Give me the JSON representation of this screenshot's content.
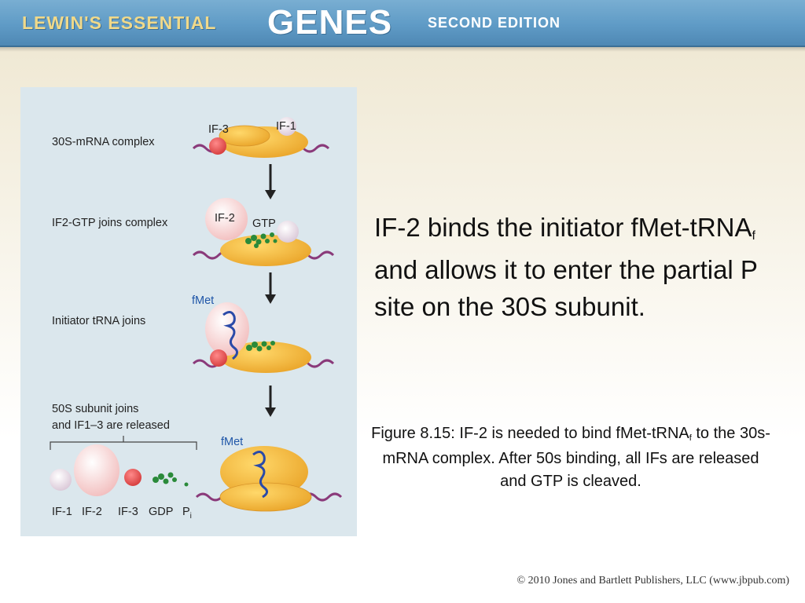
{
  "header": {
    "brand_prefix": "LEWIN'S ESSENTIAL",
    "brand_main": "GENES",
    "brand_edition": "SECOND EDITION"
  },
  "figure": {
    "steps": [
      "30S-mRNA complex",
      "IF2-GTP joins complex",
      "Initiator tRNA joins",
      "50S subunit joins",
      "and IF1–3 are released"
    ],
    "labels": {
      "if3": "IF-3",
      "if1": "IF-1",
      "if2": "IF-2",
      "gtp": "GTP",
      "fmet": "fMet",
      "released": [
        "IF-1",
        "IF-2",
        "IF-3",
        "GDP",
        "P",
        "i"
      ]
    }
  },
  "content": {
    "main_pre": "IF-2 binds the initiator fMet-tRNA",
    "main_sub": "f",
    "main_post": " and allows it to enter the partial P site on the 30S subunit.",
    "caption_pre": "Figure 8.15: IF-2 is needed to bind fMet-tRNA",
    "caption_sub": "f",
    "caption_post": " to the 30s-mRNA complex. After 50s binding, all IFs are released and GTP is cleaved."
  },
  "footer": {
    "copyright": "© 2010 Jones and Bartlett Publishers, LLC (www.jbpub.com)"
  },
  "colors": {
    "header_blue": "#5f9bc6",
    "ribosome_orange": "#f3b53a",
    "if3_red": "#e05050",
    "gtp_green": "#2a8a3a",
    "mrna_purple": "#8a3a7a",
    "trna_blue": "#2a4aa8"
  }
}
